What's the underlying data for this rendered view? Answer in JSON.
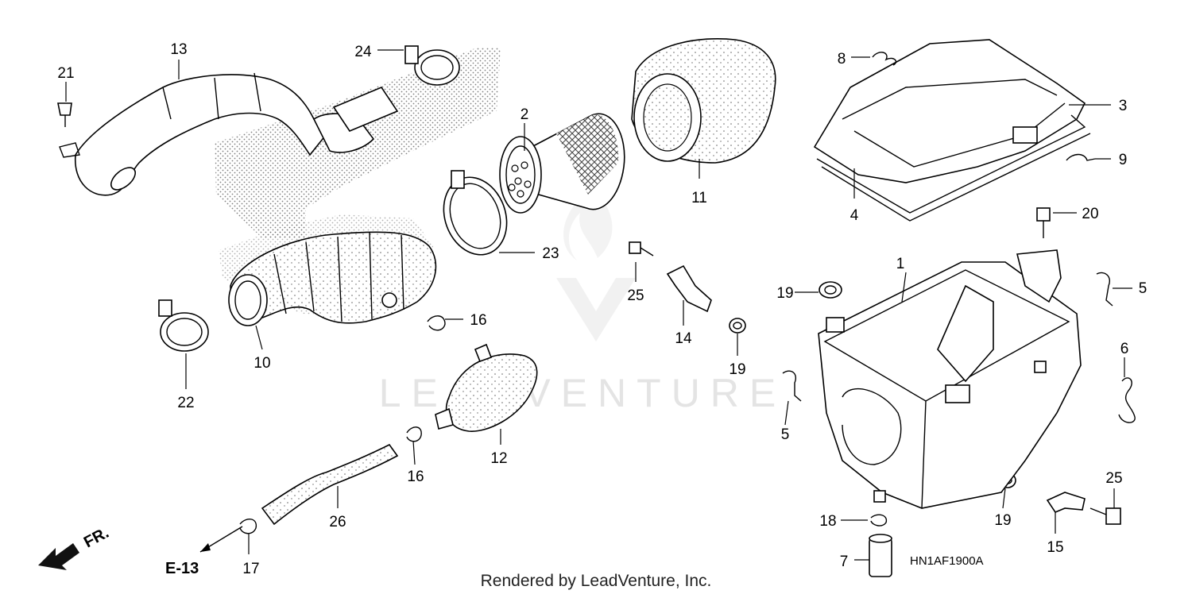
{
  "labels": [
    {
      "n": "1"
    },
    {
      "n": "2"
    },
    {
      "n": "3"
    },
    {
      "n": "4"
    },
    {
      "n": "5"
    },
    {
      "n": "5"
    },
    {
      "n": "6"
    },
    {
      "n": "7"
    },
    {
      "n": "8"
    },
    {
      "n": "9"
    },
    {
      "n": "10"
    },
    {
      "n": "11"
    },
    {
      "n": "12"
    },
    {
      "n": "13"
    },
    {
      "n": "14"
    },
    {
      "n": "15"
    },
    {
      "n": "16"
    },
    {
      "n": "16"
    },
    {
      "n": "17"
    },
    {
      "n": "18"
    },
    {
      "n": "19"
    },
    {
      "n": "19"
    },
    {
      "n": "19"
    },
    {
      "n": "20"
    },
    {
      "n": "21"
    },
    {
      "n": "22"
    },
    {
      "n": "23"
    },
    {
      "n": "24"
    },
    {
      "n": "25"
    },
    {
      "n": "25"
    },
    {
      "n": "26"
    }
  ],
  "ref_code": "E-13",
  "front_marker": "FR.",
  "diagram_code": "HN1AF1900A",
  "footer": "Rendered by LeadVenture, Inc.",
  "watermark": "LEADVENTURE"
}
